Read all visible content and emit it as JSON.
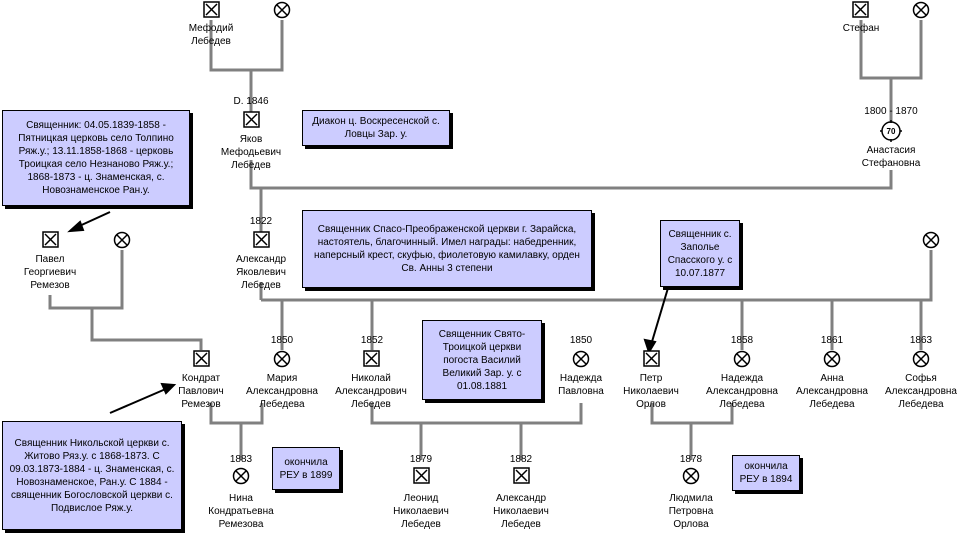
{
  "people": {
    "mefodiy": {
      "name": "Мефодий\nЛебедев",
      "date": ""
    },
    "stefan": {
      "name": "Стефан",
      "date": ""
    },
    "yakov": {
      "name": "Яков\nМефодьевич\nЛебедев",
      "date": "D. 1846"
    },
    "anastasia": {
      "name": "Анастасия\nСтефановна",
      "date": "1800 - 1870",
      "age": "70"
    },
    "pavel": {
      "name": "Павел\nГеоргиевич\nРемезов",
      "date": ""
    },
    "aleksandr": {
      "name": "Александр\nЯковлевич\nЛебедев",
      "date": "1822"
    },
    "kondrat": {
      "name": "Кондрат\nПавлович\nРемезов",
      "date": ""
    },
    "maria": {
      "name": "Мария\nАлександровна\nЛебедева",
      "date": "1850"
    },
    "nikolay": {
      "name": "Николай\nАлександрович\nЛебедев",
      "date": "1852"
    },
    "nadezhda_p": {
      "name": "Надежда\nПавловна",
      "date": "1850"
    },
    "petr": {
      "name": "Петр\nНиколаевич\nОрлов",
      "date": ""
    },
    "nadezhda_a": {
      "name": "Надежда\nАлександровна\nЛебедева",
      "date": "1858"
    },
    "anna": {
      "name": "Анна\nАлександровна\nЛебедева",
      "date": "1861"
    },
    "sofya": {
      "name": "Софья\nАлександровна\nЛебедева",
      "date": "1863"
    },
    "nina": {
      "name": "Нина\nКондратьевна\nРемезова",
      "date": "1883"
    },
    "leonid": {
      "name": "Леонид\nНиколаевич\nЛебедев",
      "date": "1879"
    },
    "aleksandr_n": {
      "name": "Александр\nНиколаевич\nЛебедев",
      "date": "1882"
    },
    "lyudmila": {
      "name": "Людмила\nПетровна\nОрлова",
      "date": "1878"
    }
  },
  "notes": {
    "pavel_note": "Священник: 04.05.1839-1858 - Пятницкая церковь село Толпино Ряж.у.; 13.11.1858-1868 - церковь Троицкая село Незнаново Ряж.у.; 1868-1873 - ц. Знаменская, с. Новознаменское Ран.у.",
    "yakov_note": "Диакон ц. Воскресенской с. Ловцы Зар. у.",
    "aleksandr_note": "Священник Спасо-Преображенской церкви г. Зарайска, настоятель, благочинный. Имел награды: набедренник, наперсный крест, скуфью, фиолетовую камилавку,  орден Св. Анны 3 степени",
    "petr_note": "Священник с. Заполье Спасского у. с 10.07.1877",
    "nikolay_note": "Священник Свято-Троицкой церкви погоста Василий Великий Зар. у. с 01.08.1881",
    "kondrat_note": "Священник Никольской церкви с. Житово Ряз.у. с 1868-1873. С 09.03.1873-1884 - ц. Знаменская, с. Новознаменское, Ран.у. С 1884 - священник Богословской церкви с. Подвислое  Ряж.у.",
    "nina_note": "окончила РЕУ в 1899",
    "lyudmila_note": "окончила РЕУ в 1894"
  },
  "colors": {
    "note_bg": "#ccccff",
    "line": "#808080"
  }
}
